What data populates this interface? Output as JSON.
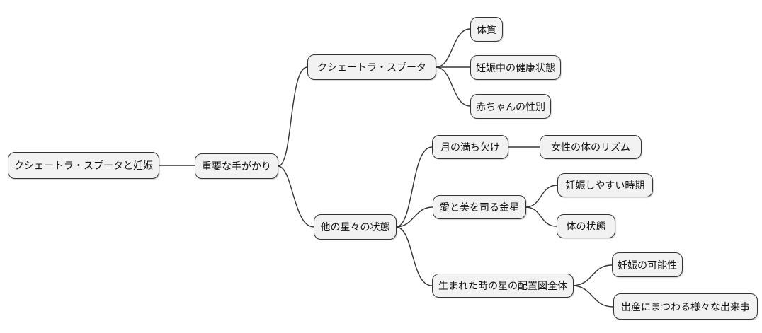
{
  "diagram_type": "mindmap",
  "colors": {
    "background": "#ffffff",
    "node_fill": "#f2f2f2",
    "node_border": "#333333",
    "connector": "#333333",
    "text": "#111111"
  },
  "mindmap": {
    "root": {
      "label": "クシェートラ・スプータと妊娠",
      "children": [
        {
          "label": "重要な手がかり",
          "children": [
            {
              "label": "クシェートラ・スプータ",
              "children": [
                {
                  "label": "体質"
                },
                {
                  "label": "妊娠中の健康状態"
                },
                {
                  "label": "赤ちゃんの性別"
                }
              ]
            },
            {
              "label": "他の星々の状態",
              "children": [
                {
                  "label": "月の満ち欠け",
                  "children": [
                    {
                      "label": "女性の体のリズム"
                    }
                  ]
                },
                {
                  "label": "愛と美を司る金星",
                  "children": [
                    {
                      "label": "妊娠しやすい時期"
                    },
                    {
                      "label": "体の状態"
                    }
                  ]
                },
                {
                  "label": "生まれた時の星の配置図全体",
                  "children": [
                    {
                      "label": "妊娠の可能性"
                    },
                    {
                      "label": "出産にまつわる様々な出来事"
                    }
                  ]
                }
              ]
            }
          ]
        }
      ]
    }
  }
}
